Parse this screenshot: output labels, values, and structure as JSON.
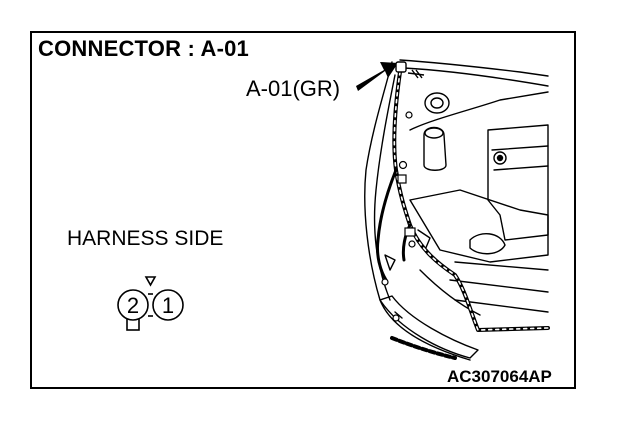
{
  "diagram": {
    "title": "CONNECTOR : A-01",
    "connector_callout": "A-01(GR)",
    "view_label": "HARNESS SIDE",
    "figure_code": "AC307064AP",
    "pins": [
      "2",
      "1"
    ]
  }
}
